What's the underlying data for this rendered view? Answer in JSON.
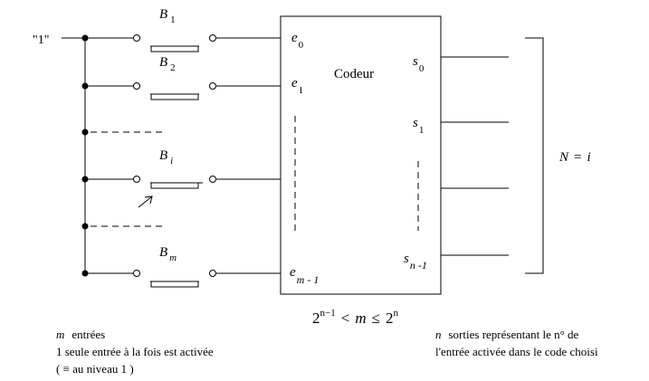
{
  "input_label": "\"1\"",
  "buttons": [
    {
      "letter": "B",
      "sub": "1"
    },
    {
      "letter": "B",
      "sub": "2"
    },
    {
      "letter": "B",
      "sub": "i"
    },
    {
      "letter": "B",
      "sub": "m"
    }
  ],
  "encoder": {
    "title": "Codeur",
    "inputs": [
      {
        "letter": "e",
        "sub": "0"
      },
      {
        "letter": "e",
        "sub": "1"
      },
      {
        "letter": "e",
        "sub": "m - 1"
      }
    ],
    "outputs": [
      {
        "letter": "s",
        "sub": "0"
      },
      {
        "letter": "s",
        "sub": "1"
      },
      {
        "letter": "s",
        "sub": "n -1"
      }
    ]
  },
  "result": {
    "lhs": "N",
    "eq": "=",
    "rhs": "i"
  },
  "condition": {
    "left_base": "2",
    "left_exp": "n−1",
    "lt": "<",
    "var": "m",
    "le": "≤",
    "right_base": "2",
    "right_exp": "n"
  },
  "notes_left": {
    "var": "m",
    "line1_rest": "entrées",
    "line2": "1 seule entrée à la fois est activée",
    "line3": "( ≡  au niveau 1 )"
  },
  "notes_right": {
    "var": "n",
    "line1_rest": "sorties représentant le n° de",
    "line2": "l'entrée activée dans le code choisi"
  }
}
